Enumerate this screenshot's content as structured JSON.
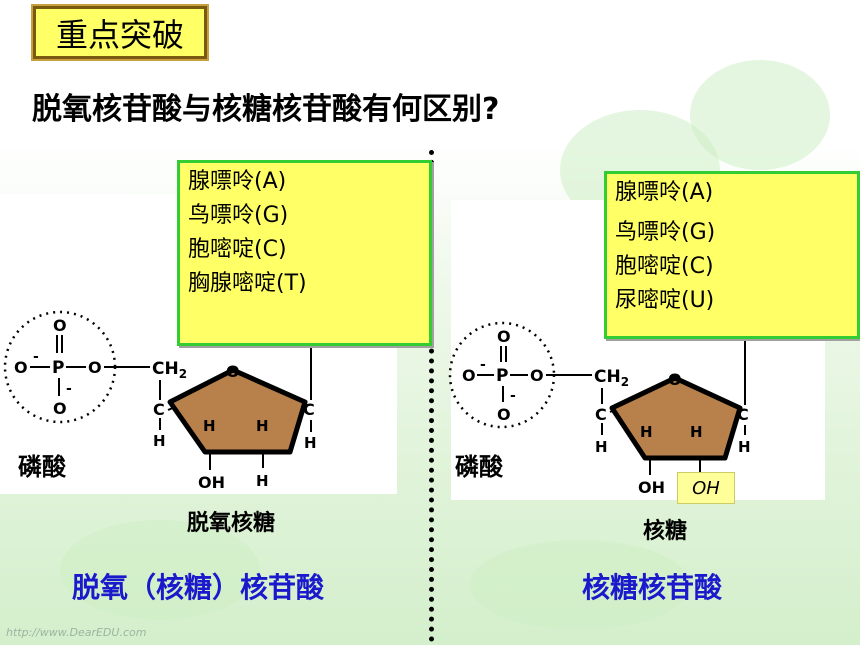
{
  "title": "重点突破",
  "question": "脱氧核苷酸与核糖核苷酸有何区别?",
  "left": {
    "bases": [
      "腺嘌呤(A)",
      "鸟嘌呤(G)",
      "胞嘧啶(C)",
      "胸腺嘧啶(T)"
    ],
    "phosphate_label": "磷酸",
    "sugar_label": "脱氧核糖",
    "name": "脱氧（核糖）核苷酸",
    "ring_bottom_left": "OH",
    "ring_bottom_right": "H"
  },
  "right": {
    "bases": [
      "腺嘌呤(A)",
      "鸟嘌呤(G)",
      "胞嘧啶(C)",
      "尿嘧啶(U)"
    ],
    "phosphate_label": "磷酸",
    "sugar_label": "核糖",
    "name": "核糖核苷酸",
    "ring_bottom_left": "OH",
    "oh_highlight": "OH"
  },
  "molecule": {
    "o_top": "O",
    "o_minus": "O",
    "p": "P",
    "o_link": "O",
    "o_bottom": "O",
    "ch2": "CH",
    "ch2_sub": "2",
    "c": "C",
    "h": "H",
    "ring_o": "O",
    "minus": "-"
  },
  "colors": {
    "title_bg": "#ffff66",
    "base_box_bg": "#ffff66",
    "base_box_border": "#33cc33",
    "sugar_fill": "#b8804a",
    "name_text": "#1a1acc"
  },
  "watermark": "http://www.DearEDU.com"
}
